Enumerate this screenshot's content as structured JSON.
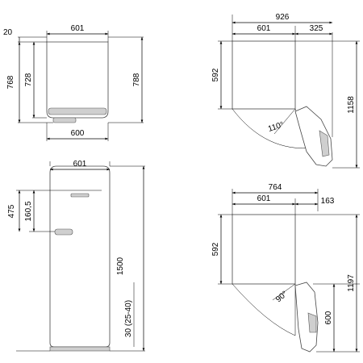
{
  "views": {
    "side": {
      "d_601": "601",
      "d_600": "600",
      "d_20": "20",
      "d_768": "768",
      "d_728": "728",
      "d_788": "788"
    },
    "top_110": {
      "d_926": "926",
      "d_601": "601",
      "d_325": "325",
      "d_592": "592",
      "d_1158": "1158",
      "angle": "110°"
    },
    "front": {
      "d_601": "601",
      "d_475": "475",
      "d_160_5": "160,5",
      "d_1500": "1500",
      "d_30": "30 (25-40)"
    },
    "top_90": {
      "d_764": "764",
      "d_601": "601",
      "d_163": "163",
      "d_592": "592",
      "d_1197": "1197",
      "d_600": "600",
      "angle": "90°"
    }
  },
  "colors": {
    "line": "#000000",
    "outline": "#444444",
    "shade": "#cfcfcf"
  }
}
